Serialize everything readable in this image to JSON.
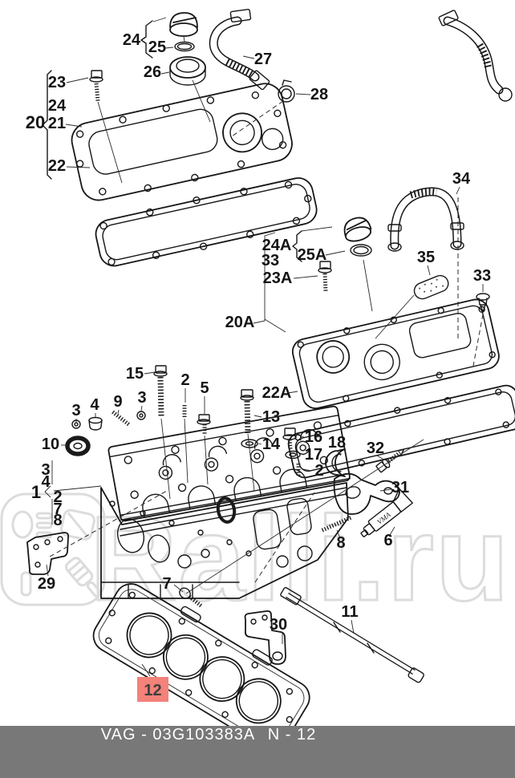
{
  "watermark": {
    "text": "Ralli.ru"
  },
  "footer": {
    "catalog": "VAG - 03G103383A",
    "page": "N - 12"
  },
  "highlight": {
    "label": "12",
    "color": "#f2827a"
  },
  "tube_marking": "VMA",
  "callouts": {
    "c20": "20",
    "c23": "23",
    "c24_list": "24",
    "c21": "21",
    "c22": "22",
    "c24": "24",
    "c25": "25",
    "c26": "26",
    "c27": "27",
    "c28": "28",
    "c34": "34",
    "c24A": "24A",
    "c33a": "33",
    "c25A": "25A",
    "c23A": "23A",
    "c35": "35",
    "c33b": "33",
    "c20A": "20A",
    "c22A": "22A",
    "c15": "15",
    "c2a": "2",
    "c5": "5",
    "c3a": "3",
    "c9": "9",
    "c4a": "4",
    "c3b": "3",
    "c10": "10",
    "c13": "13",
    "c14": "14",
    "c16": "16",
    "c17": "17",
    "c18": "18",
    "c2b": "2",
    "c32": "32",
    "c31": "31",
    "c1": "1",
    "c3c": "3",
    "c4b": "4",
    "c2c": "2",
    "c7a": "7",
    "c8a": "8",
    "c29": "29",
    "c7b": "7",
    "c8b": "8",
    "c6": "6",
    "c30": "30",
    "c11": "11",
    "c12": "12"
  }
}
